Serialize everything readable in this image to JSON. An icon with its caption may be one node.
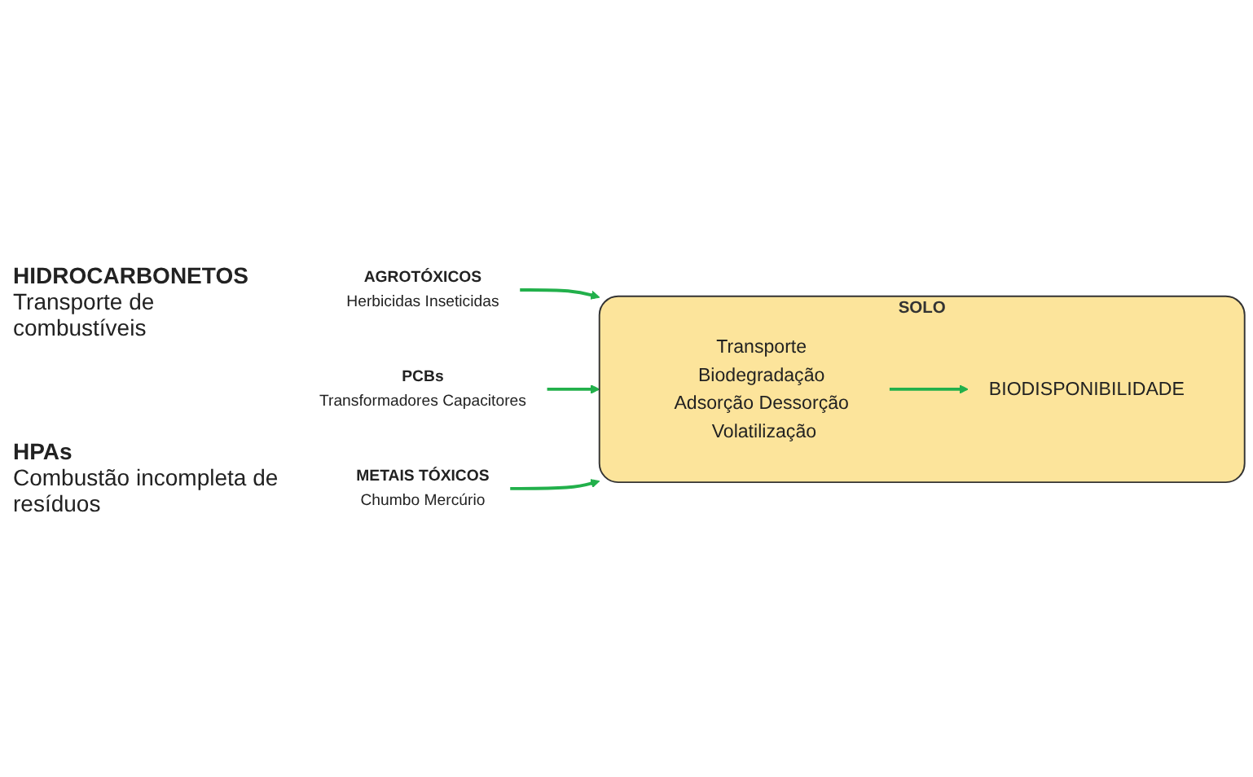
{
  "diagram": {
    "nodes": [
      {
        "text": [
          "AGROTÓXICOS",
          "Herbicidas Inseticidas"
        ]
      },
      {
        "text": [
          "PCBs",
          "Transformadores Capacitores"
        ]
      },
      {
        "text": [
          "SOLO"
        ]
      },
      {
        "text": [
          "Transporte Biodegradação Adsorção Dessorção Volatilização"
        ],
        "in": 2
      },
      {
        "text": [
          "BIODISPONIBILIDADE"
        ],
        "in": 2
      },
      {
        "text": [
          "METAIS TÓXICOS",
          "Chumbo Mercúrio"
        ]
      }
    ],
    "edges": [
      {
        "from": 0,
        "to": 2,
        "arrow": "to"
      },
      {
        "from": 1,
        "to": 2,
        "arrow": "to"
      },
      {
        "from": 5,
        "to": 2,
        "arrow": "to"
      },
      {
        "from": 3,
        "to": 4,
        "arrow": "to"
      }
    ],
    "labels": [
      "HIDROCARBONETOS",
      "Transporte de combustíveis",
      "HPAs",
      "Combustão incompleta de resíduos"
    ]
  }
}
